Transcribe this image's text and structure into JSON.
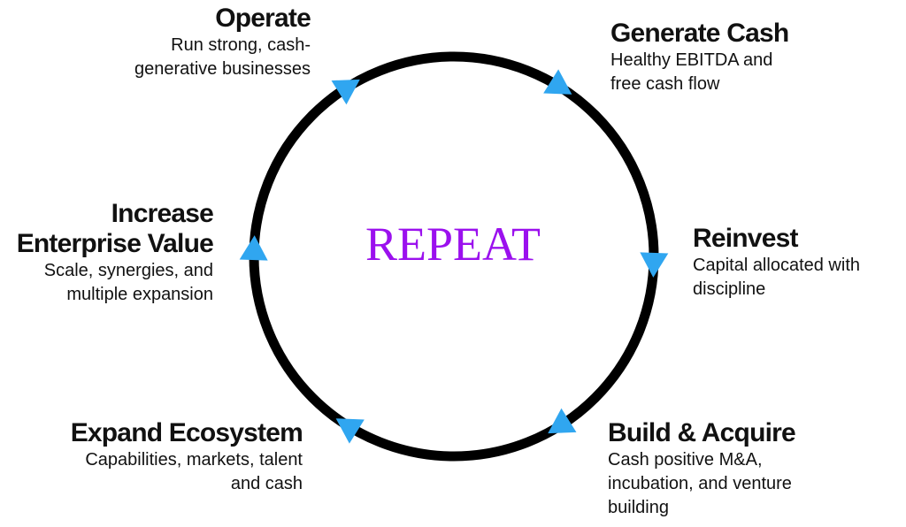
{
  "diagram": {
    "center_label": "REPEAT",
    "colors": {
      "ring": "#000000",
      "arrow": "#30a6f0",
      "center_text": "#9b10ee",
      "text": "#111111"
    },
    "arrow_icon": "triangle-arrow-icon",
    "steps": [
      {
        "title": "Operate",
        "description": "Run strong, cash-generative businesses"
      },
      {
        "title": "Generate Cash",
        "description": "Healthy EBITDA and free cash flow"
      },
      {
        "title": "Reinvest",
        "description": "Capital allocated with discipline"
      },
      {
        "title": "Build & Acquire",
        "description": "Cash positive M&A, incubation, and venture building"
      },
      {
        "title": "Expand Ecosystem",
        "description": "Capabilities, markets, talent and cash"
      },
      {
        "title": "Increase Enterprise Value",
        "description": "Scale, synergies, and multiple expansion"
      }
    ]
  }
}
